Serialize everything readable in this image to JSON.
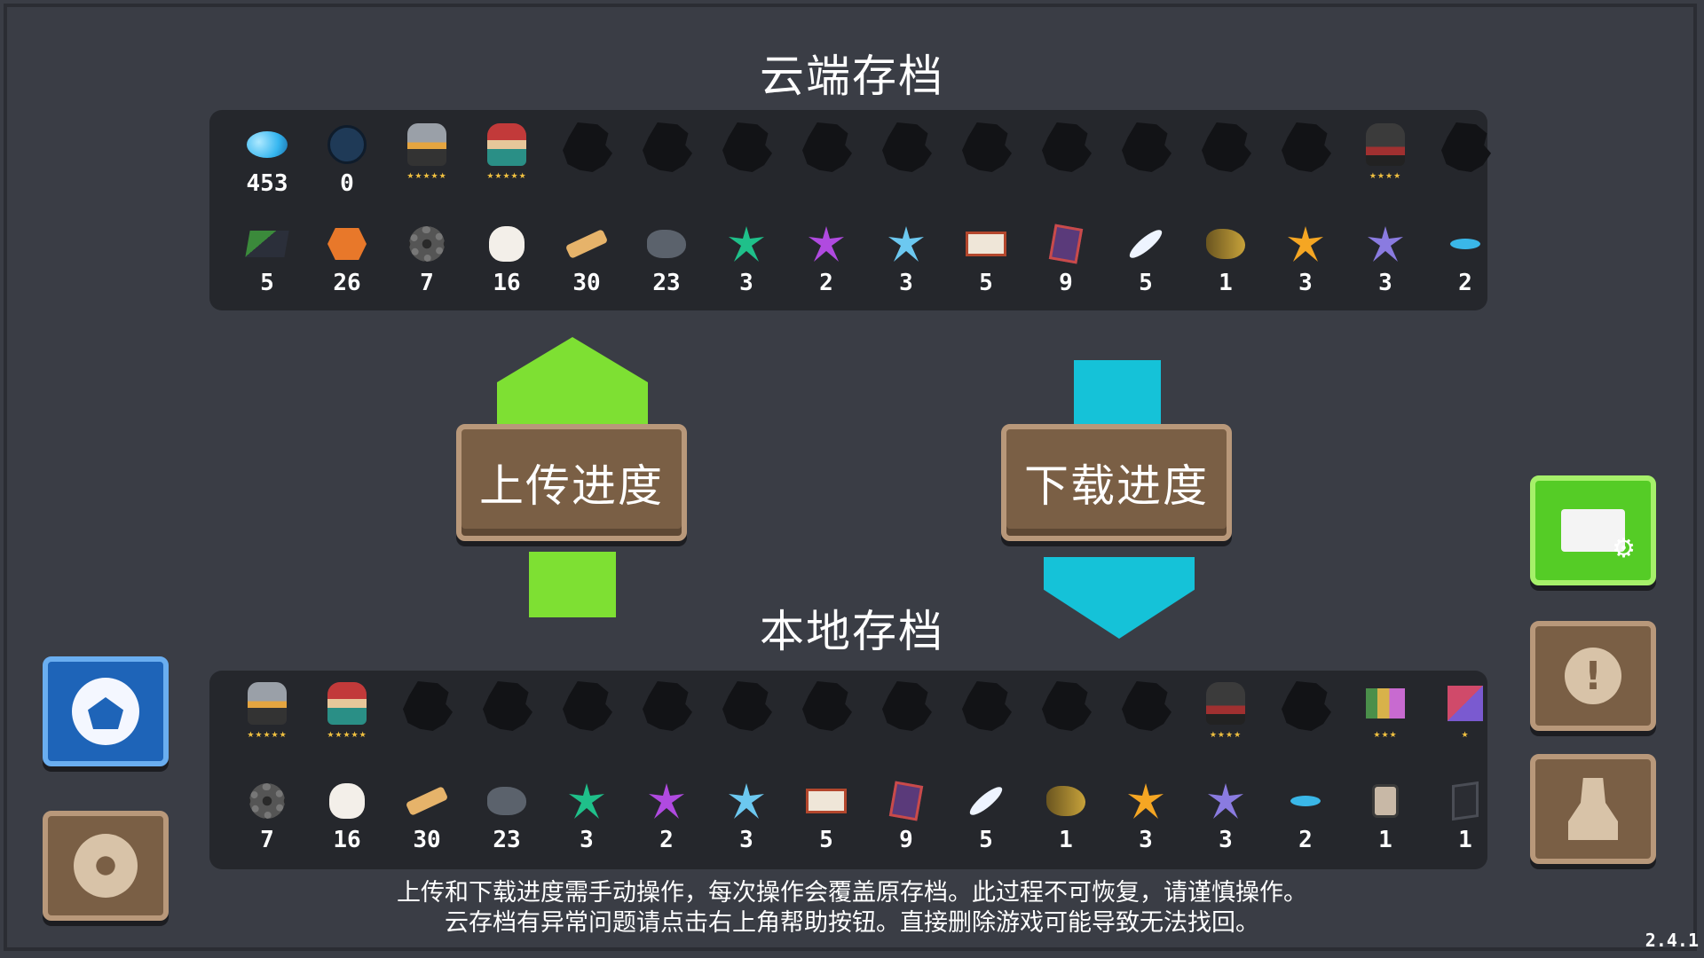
{
  "cloud": {
    "title": "云端存档",
    "row1": [
      {
        "icon": "gem-icon",
        "count": "453"
      },
      {
        "icon": "fish-coin-icon",
        "count": "0"
      },
      {
        "icon": "knight-icon",
        "stars": "★★★★★"
      },
      {
        "icon": "assassin-icon",
        "stars": "★★★★★"
      },
      {
        "icon": "locked-character-icon"
      },
      {
        "icon": "locked-character-icon"
      },
      {
        "icon": "locked-character-icon"
      },
      {
        "icon": "locked-character-icon"
      },
      {
        "icon": "locked-character-icon"
      },
      {
        "icon": "locked-character-icon"
      },
      {
        "icon": "locked-character-icon"
      },
      {
        "icon": "locked-character-icon"
      },
      {
        "icon": "locked-character-icon"
      },
      {
        "icon": "locked-character-icon"
      },
      {
        "icon": "dark-knight-icon",
        "stars": "★★★★"
      },
      {
        "icon": "locked-character-icon"
      }
    ],
    "row2": [
      {
        "icon": "battery-icon",
        "count": "5"
      },
      {
        "icon": "ore-icon",
        "count": "26"
      },
      {
        "icon": "gear-part-icon",
        "count": "7"
      },
      {
        "icon": "sack-icon",
        "count": "16"
      },
      {
        "icon": "wood-icon",
        "count": "30"
      },
      {
        "icon": "stone-icon",
        "count": "23"
      },
      {
        "icon": "green-leaf-icon",
        "count": "3"
      },
      {
        "icon": "purple-leaf-icon",
        "count": "2"
      },
      {
        "icon": "blue-leaf-icon",
        "count": "3"
      },
      {
        "icon": "card-icon",
        "count": "5"
      },
      {
        "icon": "book-icon",
        "count": "9"
      },
      {
        "icon": "feather-icon",
        "count": "5"
      },
      {
        "icon": "horn-icon",
        "count": "1"
      },
      {
        "icon": "orange-leaf-icon",
        "count": "3"
      },
      {
        "icon": "violet-leaf-icon",
        "count": "3"
      },
      {
        "icon": "blue-fish-icon",
        "count": "2"
      }
    ]
  },
  "local": {
    "title": "本地存档",
    "row1": [
      {
        "icon": "knight-icon",
        "stars": "★★★★★"
      },
      {
        "icon": "assassin-icon",
        "stars": "★★★★★"
      },
      {
        "icon": "locked-character-icon"
      },
      {
        "icon": "locked-character-icon"
      },
      {
        "icon": "locked-character-icon"
      },
      {
        "icon": "locked-character-icon"
      },
      {
        "icon": "locked-character-icon"
      },
      {
        "icon": "locked-character-icon"
      },
      {
        "icon": "locked-character-icon"
      },
      {
        "icon": "locked-character-icon"
      },
      {
        "icon": "locked-character-icon"
      },
      {
        "icon": "locked-character-icon"
      },
      {
        "icon": "dark-knight-icon",
        "stars": "★★★★"
      },
      {
        "icon": "locked-character-icon"
      },
      {
        "icon": "gift-icon",
        "stars": "★★★"
      },
      {
        "icon": "gift-box-icon",
        "stars": "★"
      }
    ],
    "row2": [
      {
        "icon": "gear-part-icon",
        "count": "7"
      },
      {
        "icon": "sack-icon",
        "count": "16"
      },
      {
        "icon": "wood-icon",
        "count": "30"
      },
      {
        "icon": "stone-icon",
        "count": "23"
      },
      {
        "icon": "green-leaf-icon",
        "count": "3"
      },
      {
        "icon": "purple-leaf-icon",
        "count": "2"
      },
      {
        "icon": "blue-leaf-icon",
        "count": "3"
      },
      {
        "icon": "card-icon",
        "count": "5"
      },
      {
        "icon": "book-icon",
        "count": "9"
      },
      {
        "icon": "feather-icon",
        "count": "5"
      },
      {
        "icon": "horn-icon",
        "count": "1"
      },
      {
        "icon": "orange-leaf-icon",
        "count": "3"
      },
      {
        "icon": "violet-leaf-icon",
        "count": "3"
      },
      {
        "icon": "blue-fish-icon",
        "count": "2"
      },
      {
        "icon": "jar-icon",
        "count": "1"
      },
      {
        "icon": "black-card-icon",
        "count": "1"
      }
    ]
  },
  "buttons": {
    "upload": "上传进度",
    "download": "下载进度"
  },
  "side_icons": {
    "community": "community-logo-icon",
    "settings": "settings-gear-icon",
    "mail": "mail-settings-icon",
    "alert": "help-alert-icon",
    "profile": "profile-icon"
  },
  "notice": {
    "line1": "上传和下载进度需手动操作，每次操作会覆盖原存档。此过程不可恢复，请谨慎操作。",
    "line2": "云存档有异常问题请点击右上角帮助按钮。直接删除游戏可能导致无法找回。"
  },
  "version": "2.4.1",
  "colors": {
    "background": "#3a3d45",
    "panel": "#25272c",
    "upload_arrow": "#7ee033",
    "download_arrow": "#15c2d8",
    "wood_button": "#7a5f45",
    "stars": "#f0c040"
  }
}
